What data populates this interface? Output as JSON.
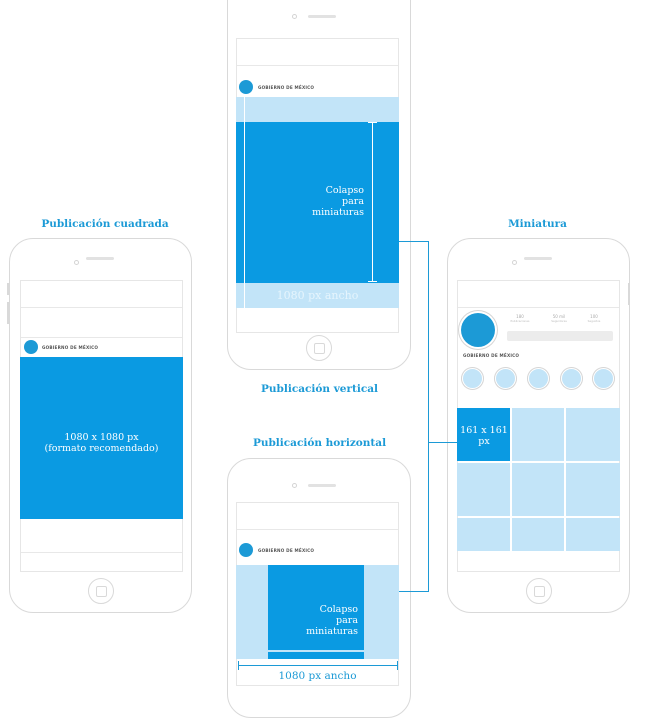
{
  "headings": {
    "square": "Publicación cuadrada",
    "vertical": "Publicación vertical",
    "horizontal": "Publicación horizontal",
    "thumbnail": "Miniatura"
  },
  "account_name": "GOBIERNO DE MÉXICO",
  "square_post": {
    "size_label": "1080 x 1080 px",
    "note": "(formato recomendado)"
  },
  "vertical_post": {
    "collapse_label": "Colapso para miniaturas",
    "width_label": "1080 px ancho"
  },
  "horizontal_post": {
    "collapse_label": "Colapso para miniaturas",
    "width_label": "1080 px ancho"
  },
  "thumbnail": {
    "size_label": "161 x 161 px",
    "stats": [
      {
        "value": "180",
        "label": "Publicaciones"
      },
      {
        "value": "50 mil",
        "label": "Seguidores"
      },
      {
        "value": "100",
        "label": "Seguidos"
      }
    ],
    "highlight_count": 5
  },
  "colors": {
    "accent": "#1c9ad6",
    "post_blue": "#0a9ae2",
    "light_blue": "#c2e4f8"
  }
}
